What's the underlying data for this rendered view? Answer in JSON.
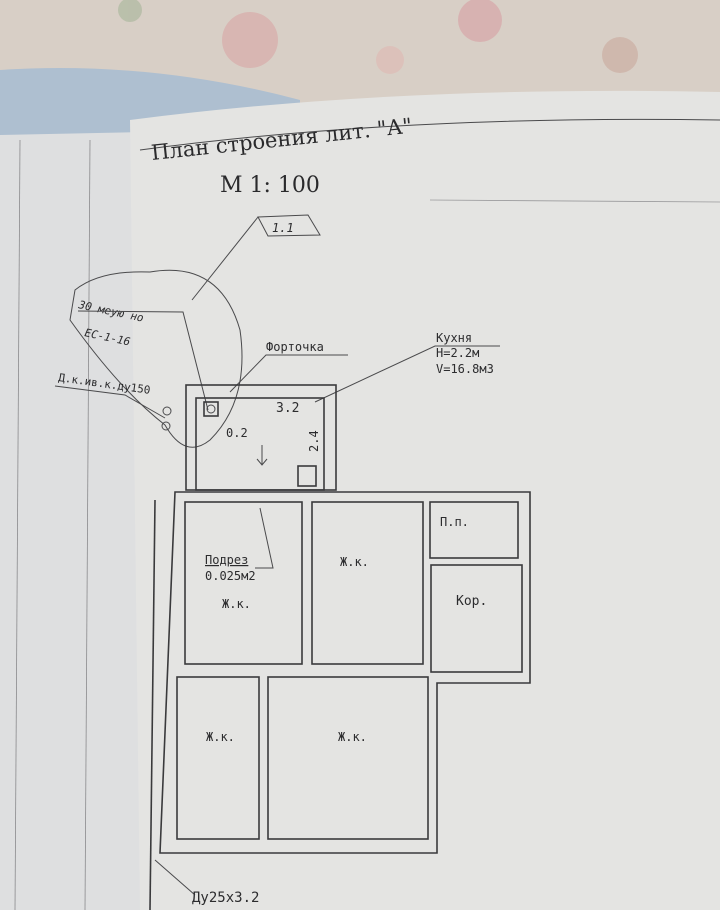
{
  "title": {
    "heading": "План строения лит. \"А\"",
    "scale": "М 1: 100"
  },
  "annotations": {
    "section_mark": "1.1",
    "meter_note_line1": "30 меую но",
    "meter_note_line2": "ЕС-1-16",
    "chimney_note": "Д.к.ив.к.ду150",
    "window_vent": "Форточка",
    "kitchen_name": "Кухня",
    "kitchen_height": "Н=2.2м",
    "kitchen_volume": "V=16.8м3",
    "kitchen_width": "3.2",
    "kitchen_depth": "2.4",
    "kitchen_small": "0.2",
    "undercut_label": "Подрез",
    "undercut_area": "0.025м2",
    "pipe_label": "Ду25х3.2"
  },
  "rooms": {
    "living_1": "Ж.к.",
    "living_2": "Ж.к.",
    "living_3": "Ж.к.",
    "living_4": "Ж.к.",
    "pantry": "П.п.",
    "corridor": "Кор."
  },
  "colors": {
    "paper": "#e6e6e4",
    "ink": "#333335",
    "fabric": "#dcd2c8"
  }
}
